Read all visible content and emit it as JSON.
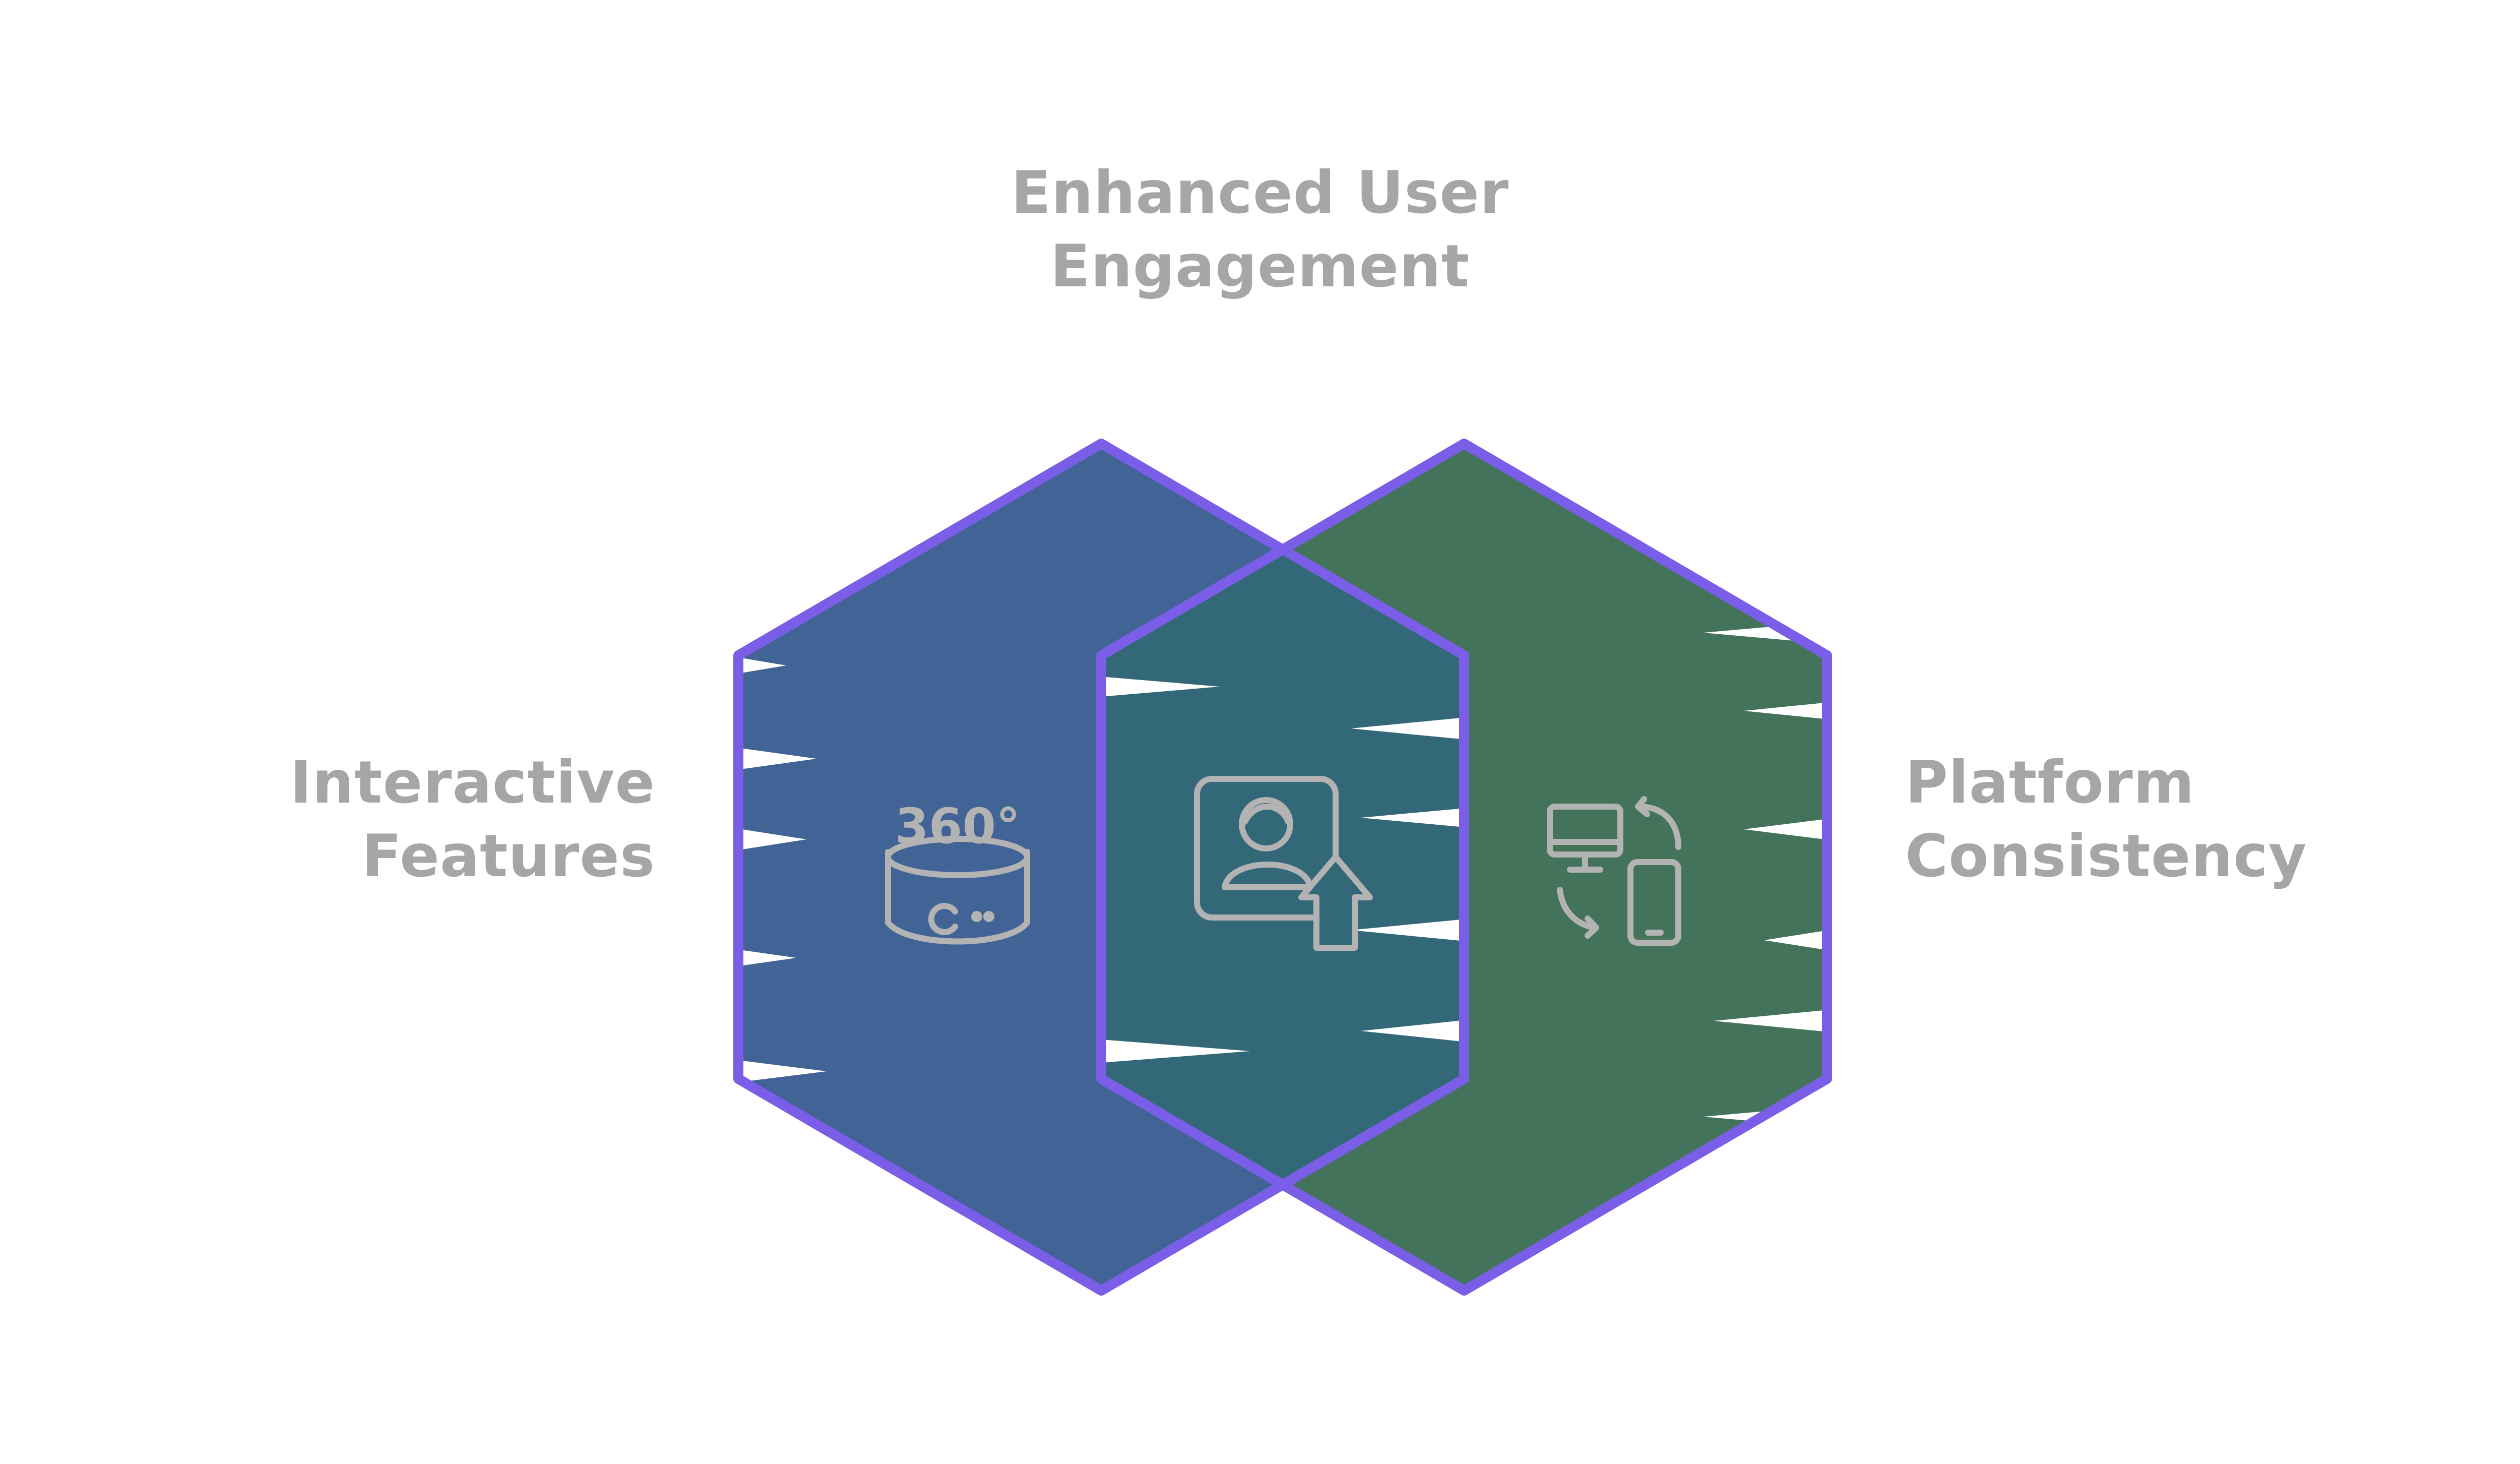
{
  "labels": {
    "top": [
      "Enhanced User",
      "Engagement"
    ],
    "left": [
      "Interactive",
      "Features"
    ],
    "right": [
      "Platform",
      "Consistency"
    ]
  },
  "icons": {
    "left": "360-view-icon",
    "center": "user-upload-icon",
    "right": "device-sync-icon"
  },
  "icon_text": {
    "left": "360°"
  },
  "colors": {
    "left_fill": "#426396",
    "center_fill": "#336878",
    "right_fill": "#43735a",
    "outline": "#7b5ee8",
    "icon_stroke": "#b3b3b3",
    "label_text": "#a6a6a6"
  }
}
